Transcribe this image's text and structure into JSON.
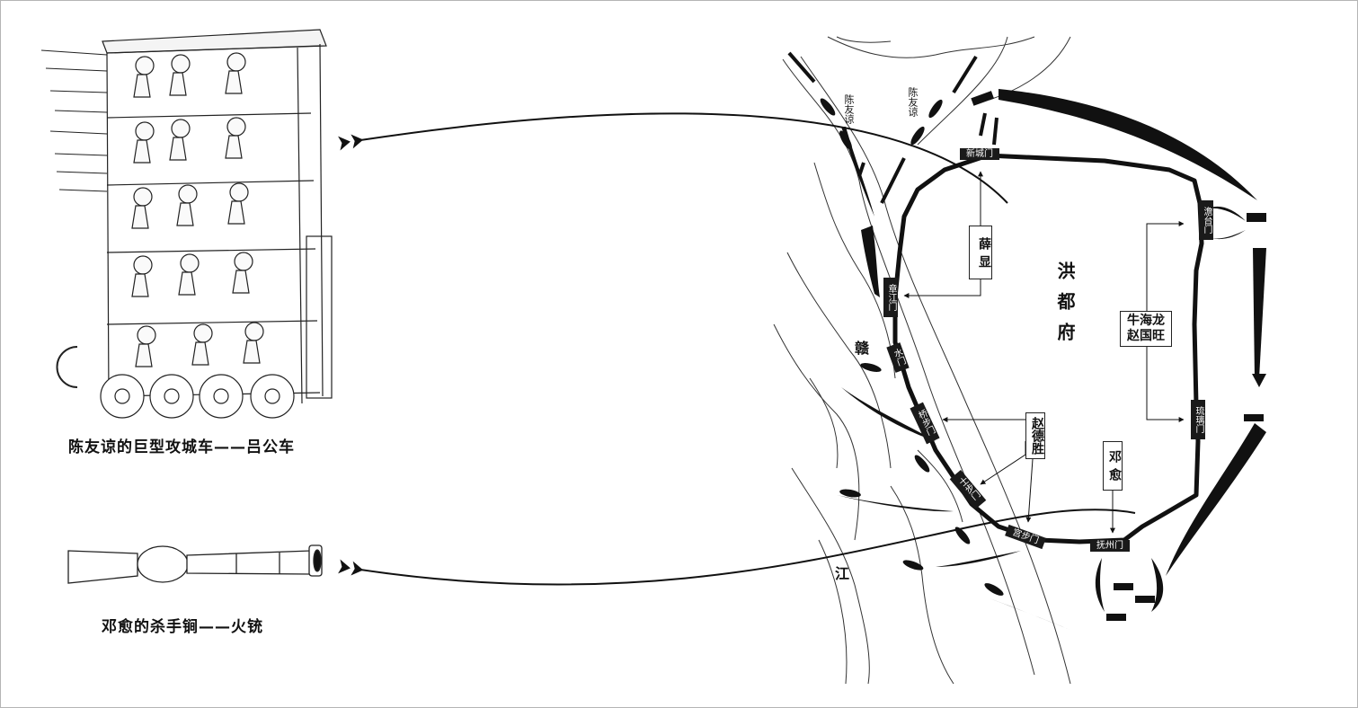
{
  "captions": {
    "siege_tower": "陈友谅的巨型攻城车——吕公车",
    "cannon": "邓愈的杀手锏——火铳"
  },
  "city": {
    "name": "洪都府"
  },
  "river": {
    "gan": "赣",
    "jiang": "江"
  },
  "enemy_labels": [
    "陈友谅",
    "陈友谅"
  ],
  "gates": {
    "xincheng": "新城门",
    "tantai": "澹台门",
    "zhangjiang": "章江门",
    "shui": "水门",
    "qiaobu": "桥步门",
    "shibu": "士步门",
    "gongbu": "宫步门",
    "fuzhou": "抚州门",
    "liuli": "琉璃门"
  },
  "commanders": {
    "xue_xian": "薛显",
    "niu_zhao": "牛海龙\n赵国旺",
    "zhao_desheng": "赵德胜",
    "deng_yu": "邓愈"
  },
  "colors": {
    "ink": "#111111",
    "fill": "#1a1a1a",
    "paper": "#ffffff",
    "frame": "#b5b5b5"
  },
  "icons": [
    "siege-tower-drawing",
    "fire-gun-drawing",
    "arrow-head-icon",
    "boat-icon"
  ]
}
